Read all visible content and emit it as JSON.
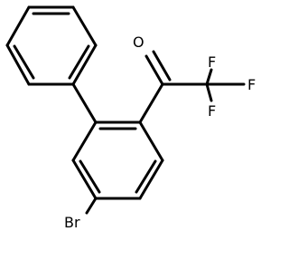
{
  "molecule": {
    "atoms": {
      "o": "O",
      "f1": "F",
      "f2": "F",
      "f3": "F",
      "br": "Br"
    }
  }
}
